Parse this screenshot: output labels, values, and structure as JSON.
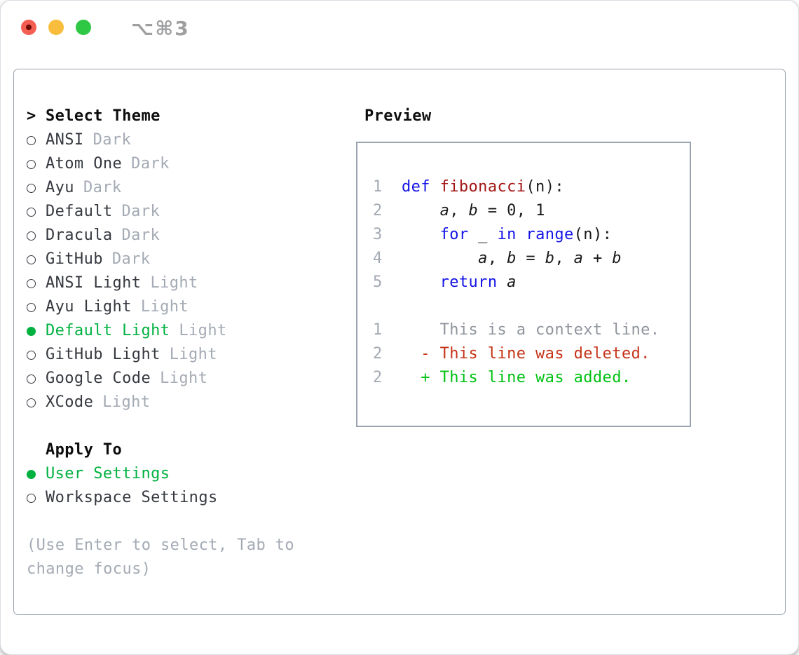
{
  "colors": {
    "red-light": "#f45d51",
    "red-dot": "#6d0b04",
    "yellow-light": "#f8bd3c",
    "green-light": "#2fc845",
    "shortcut-gray": "#9e9fa1",
    "panel-border": "#9aa2ad",
    "header-black": "#0d0d0d",
    "item-text": "#35393f",
    "dim-gray": "#a4aab4",
    "select-green": "#00b140",
    "keyword-blue": "#1414e8",
    "func-red": "#a31515",
    "code-text": "#1a1a1a",
    "context-gray": "#90959d",
    "deleted-red": "#c63418",
    "added-green": "#00c213"
  },
  "window": {
    "shortcut_label": "⌥⌘3"
  },
  "theme_panel": {
    "header_marker": ">",
    "header": "Select Theme",
    "items": [
      {
        "label": "ANSI",
        "suffix": "Dark",
        "selected": false
      },
      {
        "label": "Atom One",
        "suffix": "Dark",
        "selected": false
      },
      {
        "label": "Ayu",
        "suffix": "Dark",
        "selected": false
      },
      {
        "label": "Default",
        "suffix": "Dark",
        "selected": false
      },
      {
        "label": "Dracula",
        "suffix": "Dark",
        "selected": false
      },
      {
        "label": "GitHub",
        "suffix": "Dark",
        "selected": false
      },
      {
        "label": "ANSI Light",
        "suffix": "Light",
        "selected": false
      },
      {
        "label": "Ayu Light",
        "suffix": "Light",
        "selected": false
      },
      {
        "label": "Default Light",
        "suffix": "Light",
        "selected": true
      },
      {
        "label": "GitHub Light",
        "suffix": "Light",
        "selected": false
      },
      {
        "label": "Google Code",
        "suffix": "Light",
        "selected": false
      },
      {
        "label": "XCode",
        "suffix": "Light",
        "selected": false
      }
    ]
  },
  "apply_panel": {
    "header": "Apply To",
    "items": [
      {
        "label": "User Settings",
        "suffix": "",
        "selected": true
      },
      {
        "label": "Workspace Settings",
        "suffix": "",
        "selected": false
      }
    ]
  },
  "help_lines": [
    "(Use Enter to select, Tab to",
    "change focus)"
  ],
  "preview": {
    "title": "Preview",
    "code_lines": [
      {
        "num": "1",
        "segments": [
          {
            "t": "def",
            "c": "kw"
          },
          {
            "t": " ",
            "c": "pl"
          },
          {
            "t": "fibonacci",
            "c": "fn"
          },
          {
            "t": "(n):",
            "c": "pl"
          }
        ]
      },
      {
        "num": "2",
        "segments": [
          {
            "t": "    ",
            "c": "pl"
          },
          {
            "t": "a",
            "c": "var"
          },
          {
            "t": ", ",
            "c": "pl"
          },
          {
            "t": "b",
            "c": "var"
          },
          {
            "t": " = 0, 1",
            "c": "pl"
          }
        ]
      },
      {
        "num": "3",
        "segments": [
          {
            "t": "    ",
            "c": "pl"
          },
          {
            "t": "for",
            "c": "kw"
          },
          {
            "t": " _ ",
            "c": "pl"
          },
          {
            "t": "in",
            "c": "kw"
          },
          {
            "t": " ",
            "c": "pl"
          },
          {
            "t": "range",
            "c": "kw"
          },
          {
            "t": "(n):",
            "c": "pl"
          }
        ]
      },
      {
        "num": "4",
        "segments": [
          {
            "t": "        ",
            "c": "pl"
          },
          {
            "t": "a",
            "c": "var"
          },
          {
            "t": ", ",
            "c": "pl"
          },
          {
            "t": "b",
            "c": "var"
          },
          {
            "t": " = ",
            "c": "pl"
          },
          {
            "t": "b",
            "c": "var"
          },
          {
            "t": ", ",
            "c": "pl"
          },
          {
            "t": "a",
            "c": "var"
          },
          {
            "t": " + ",
            "c": "pl"
          },
          {
            "t": "b",
            "c": "var"
          }
        ]
      },
      {
        "num": "5",
        "segments": [
          {
            "t": "    ",
            "c": "pl"
          },
          {
            "t": "return",
            "c": "kw"
          },
          {
            "t": " ",
            "c": "pl"
          },
          {
            "t": "a",
            "c": "var"
          }
        ]
      }
    ],
    "diff_lines": [
      {
        "num": "1",
        "segments": [
          {
            "t": "    This is a context line.",
            "c": "ctx"
          }
        ]
      },
      {
        "num": "2",
        "segments": [
          {
            "t": "  ",
            "c": "pl"
          },
          {
            "t": "- This line was deleted.",
            "c": "del"
          }
        ]
      },
      {
        "num": "2",
        "segments": [
          {
            "t": "  ",
            "c": "pl"
          },
          {
            "t": "+ This line was added.",
            "c": "add"
          }
        ]
      }
    ]
  }
}
